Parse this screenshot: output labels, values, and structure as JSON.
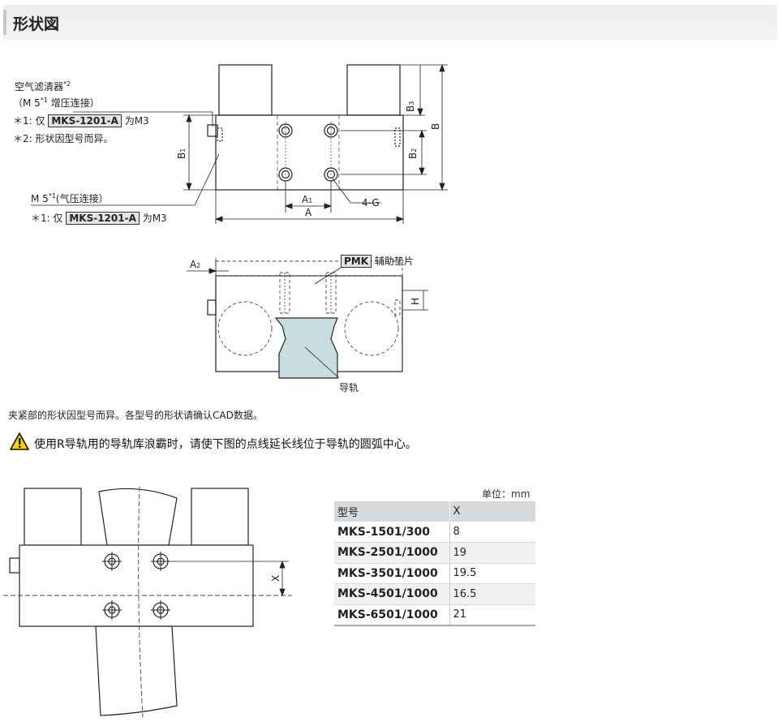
{
  "header": {
    "title": "形状図"
  },
  "top_notes": {
    "filter_title": "空气滤清器",
    "filter_title_sup": "*2",
    "filter_m5_paren": "（M 5",
    "filter_m5_sup": "*1",
    "filter_m5_rest": "增压连接）",
    "note1_prefix": "＊1: 仅",
    "note1_code": "MKS-1201-A",
    "note1_suffix": "为M3",
    "note2": "＊2: 形状因型号而异。",
    "m5_label": "M 5",
    "m5_sup": "*1",
    "m5_rest": "(气压连接）",
    "note3_prefix": "＊1: 仅",
    "note3_code": "MKS-1201-A",
    "note3_suffix": "为M3"
  },
  "dims": {
    "a": "A",
    "a1": "A",
    "a1_sub": "1",
    "b": "B",
    "b1": "B",
    "b1_sub": "1",
    "b2": "B",
    "b2_sub": "2",
    "b3": "B",
    "b3_sub": "3",
    "g": "4-G",
    "a2": "A",
    "a2_sub": "2",
    "h": "H",
    "x": "X"
  },
  "side_view": {
    "pmk_code": "PMK",
    "pmk_label": "辅助垫片",
    "rail_label": "导轨"
  },
  "caption": "夹紧部的形状因型号而异。各型号的形状请确认CAD数据。",
  "warning": "使用R导轨用的导轨库浪霸时，请使下图的点线延长线位于导轨的圆弧中心。",
  "table": {
    "unit": "单位：mm",
    "headers": [
      "型号",
      "X"
    ],
    "rows": [
      {
        "model": "MKS-1501/300",
        "x": "8"
      },
      {
        "model": "MKS-2501/1000",
        "x": "19"
      },
      {
        "model": "MKS-3501/1000",
        "x": "19.5"
      },
      {
        "model": "MKS-4501/1000",
        "x": "16.5"
      },
      {
        "model": "MKS-6501/1000",
        "x": "21"
      }
    ]
  },
  "colors": {
    "rail_fill": "#c8dde2",
    "header_bg": "#d4dadd",
    "warning_yellow": "#f5d000"
  }
}
